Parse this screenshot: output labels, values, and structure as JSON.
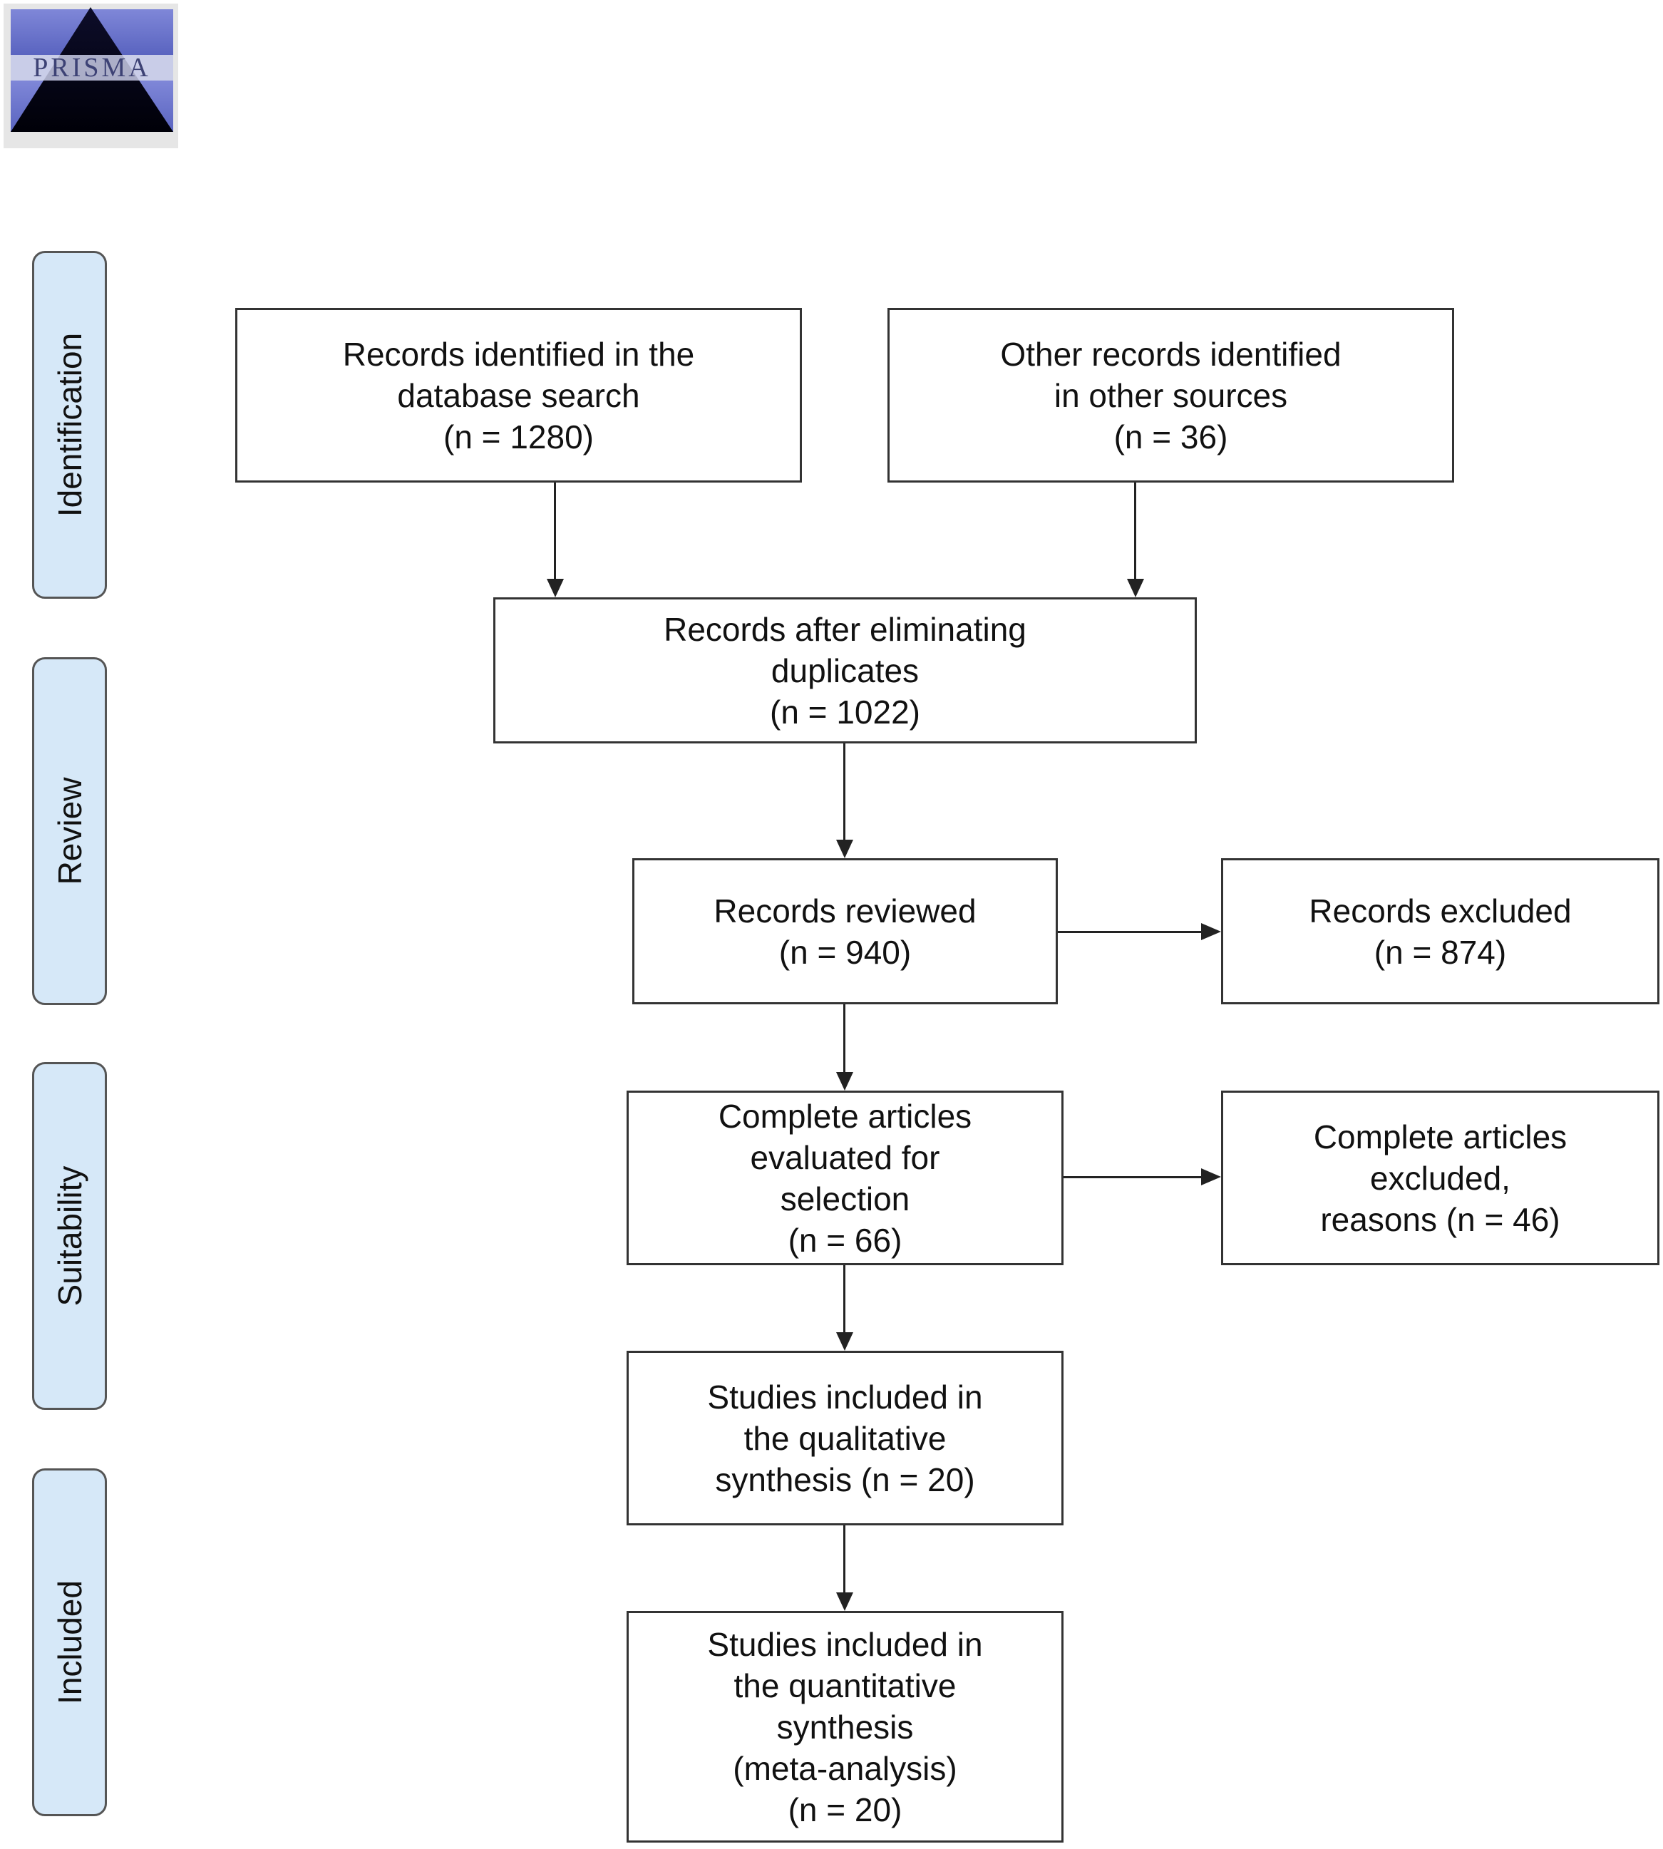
{
  "logo": {
    "text": "PRISMA"
  },
  "stages": {
    "identification": "Identification",
    "review": "Review",
    "suitability": "Suitability",
    "included": "Included"
  },
  "boxes": {
    "database_search": {
      "line1": "Records identified in the",
      "line2": "database search",
      "line3": "(n = 1280)"
    },
    "other_sources": {
      "line1": "Other records identified",
      "line2": "in other sources",
      "line3": "(n = 36)"
    },
    "after_duplicates": {
      "line1": "Records after eliminating",
      "line2": "duplicates",
      "line3": "(n = 1022)"
    },
    "reviewed": {
      "line1": "Records reviewed",
      "line2": "(n = 940)"
    },
    "excluded": {
      "line1": "Records excluded",
      "line2": "(n = 874)"
    },
    "full_text_evaluated": {
      "line1": "Complete articles",
      "line2": "evaluated for",
      "line3": "selection",
      "line4": "(n = 66)"
    },
    "full_text_excluded": {
      "line1": "Complete articles",
      "line2": "excluded,",
      "line3": "reasons (n = 46)"
    },
    "qualitative": {
      "line1": "Studies included in",
      "line2": "the qualitative",
      "line3": "synthesis (n = 20)"
    },
    "quantitative": {
      "line1": "Studies included in",
      "line2": "the quantitative",
      "line3": "synthesis",
      "line4": "(meta-analysis)",
      "line5": "(n = 20)"
    }
  }
}
